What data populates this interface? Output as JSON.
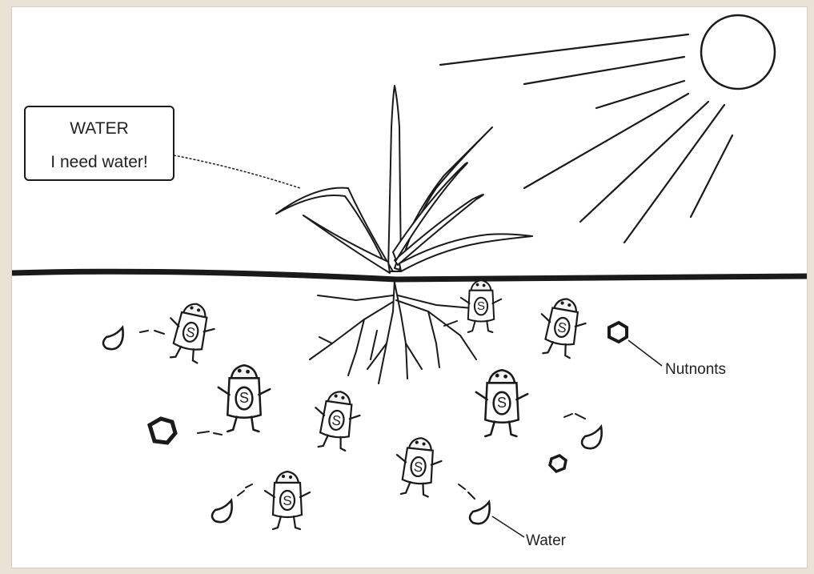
{
  "speech_box": {
    "title": "WATER",
    "text": "I need water!"
  },
  "labels": {
    "nutrients": "Nutnonts",
    "water": "Water"
  },
  "shaker_letter": "S",
  "colors": {
    "background": "#e9e3d6",
    "panel": "#ffffff",
    "ink": "#1a1a1a"
  }
}
